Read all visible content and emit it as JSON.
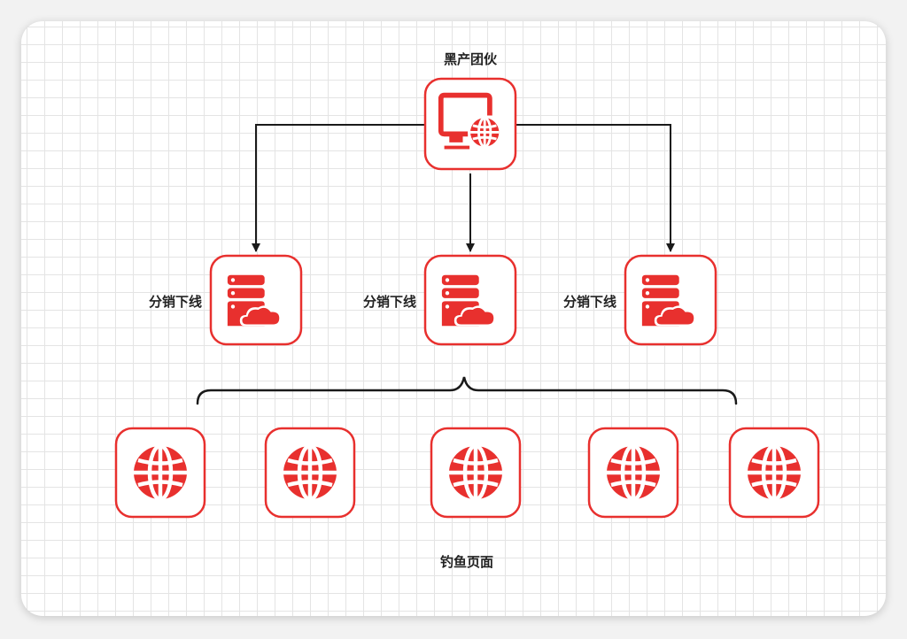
{
  "colors": {
    "accent": "#e8302e",
    "node_border": "#e8302e",
    "node_fill": "#ffffff",
    "connector": "#1a1a1a",
    "text": "#222222"
  },
  "top_node": {
    "label": "黑产团伙",
    "icon": "monitor-globe-icon"
  },
  "middle_nodes": [
    {
      "label": "分销下线",
      "icon": "server-cloud-icon"
    },
    {
      "label": "分销下线",
      "icon": "server-cloud-icon"
    },
    {
      "label": "分销下线",
      "icon": "server-cloud-icon"
    }
  ],
  "bottom_nodes": [
    {
      "icon": "globe-icon"
    },
    {
      "icon": "globe-icon"
    },
    {
      "icon": "globe-icon"
    },
    {
      "icon": "globe-icon"
    },
    {
      "icon": "globe-icon"
    }
  ],
  "bottom_group_label": "钓鱼页面"
}
